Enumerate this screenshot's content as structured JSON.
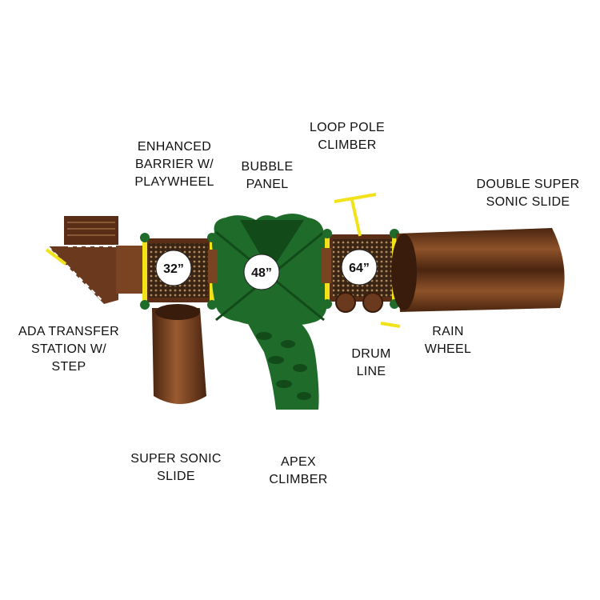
{
  "labels": {
    "enhanced_barrier": [
      "ENHANCED",
      "BARRIER W/",
      "PLAYWHEEL"
    ],
    "bubble_panel": [
      "BUBBLE",
      "PANEL"
    ],
    "loop_pole_climber": [
      "LOOP POLE",
      "CLIMBER"
    ],
    "double_super_sonic_slide": [
      "DOUBLE SUPER",
      "SONIC SLIDE"
    ],
    "ada_transfer_station": [
      "ADA TRANSFER",
      "STATION W/",
      "STEP"
    ],
    "drum_line": [
      "DRUM",
      "LINE"
    ],
    "rain_wheel": [
      "RAIN",
      "WHEEL"
    ],
    "super_sonic_slide": [
      "SUPER SONIC",
      "SLIDE"
    ],
    "apex_climber": [
      "APEX",
      "CLIMBER"
    ]
  },
  "decks": {
    "left_height": "32”",
    "center_height": "48”",
    "right_height": "64”"
  },
  "colors": {
    "brown": "#6b3a1e",
    "brown_light": "#8a4f2a",
    "green": "#1f6b2a",
    "green_dark": "#124a1a",
    "yellow": "#f2e21a"
  }
}
